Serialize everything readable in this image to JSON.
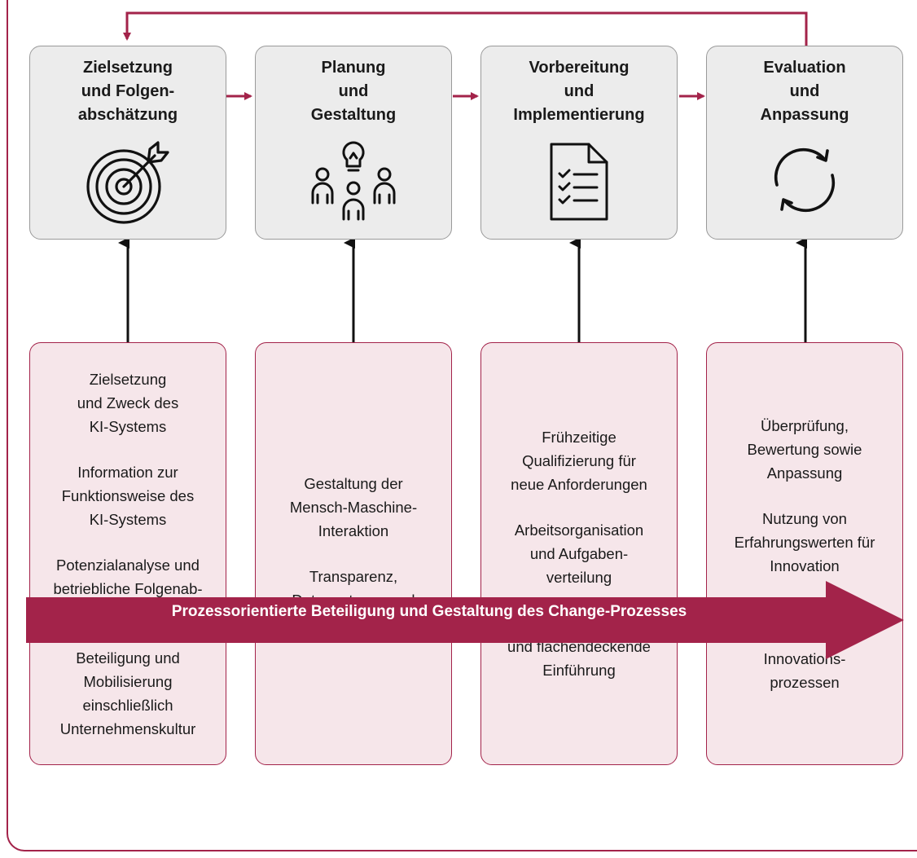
{
  "stages": [
    {
      "title": "Zielsetzung\nund Folgen-\nabschätzung",
      "icon": "target-icon",
      "items": [
        "Zielsetzung\nund Zweck des\nKI-Systems",
        "Information zur\nFunktionsweise des\nKI-Systems",
        "Potenzialanalyse und\nbetriebliche Folgenab-\nschätzung",
        "Beteiligung und\nMobilisierung\neinschließlich\nUnternehmenskultur"
      ]
    },
    {
      "title": "Planung\nund\nGestaltung",
      "icon": "team-idea-icon",
      "items": [
        "Gestaltung der\nMensch-Maschine-\nInteraktion",
        "Transparenz,\nDatennutzung und\nBelastungsprofile"
      ]
    },
    {
      "title": "Vorbereitung\nund\nImplementierung",
      "icon": "checklist-document-icon",
      "items": [
        "Frühzeitige\nQualifizierung für\nneue Anforderungen",
        "Arbeitsorganisation\nund Aufgaben-\nverteilung",
        "Experimentierphasen\nund flächendeckende\nEinführung"
      ]
    },
    {
      "title": "Evaluation\nund\nAnpassung",
      "icon": "refresh-cycle-icon",
      "items": [
        "Überprüfung,\nBewertung sowie\nAnpassung",
        "Nutzung von\nErfahrungswerten für\nInnovation",
        "Beteiligung\nan weiteren\nInnovations-\nprozessen"
      ]
    }
  ],
  "process_bar": {
    "label": "Prozessorientierte Beteiligung und Gestaltung des Change-Prozesses"
  },
  "colors": {
    "accent": "#a3234a",
    "stage_fill": "#ececec",
    "detail_fill": "#f6e6ea"
  }
}
